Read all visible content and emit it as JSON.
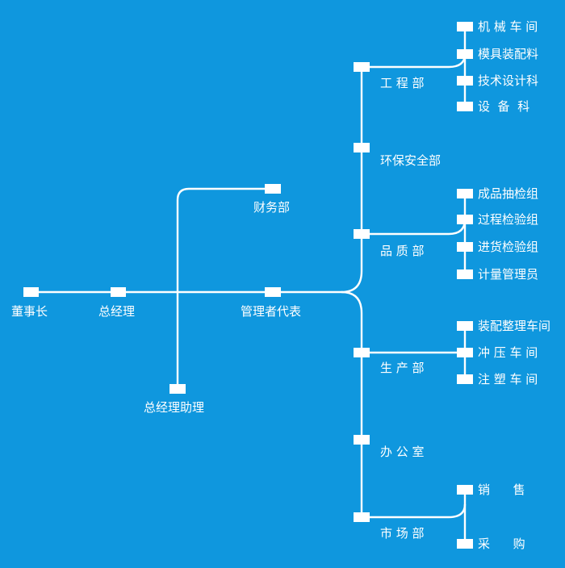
{
  "colors": {
    "background": "#0F97DE",
    "line": "#FFFFFF",
    "text": "#FFFFFF"
  },
  "org": {
    "chairman": "董事长",
    "gm": "总经理",
    "rep": "管理者代表",
    "finance": "财务部",
    "gm_assistant": "总经理助理",
    "departments": [
      {
        "name": "工 程 部",
        "units": [
          "机 械 车 间",
          "模具装配料",
          "技术设计科",
          "设  备  科"
        ]
      },
      {
        "name": "环保安全部",
        "units": []
      },
      {
        "name": "品 质 部",
        "units": [
          "成品抽检组",
          "过程检验组",
          "进货检验组",
          "计量管理员"
        ]
      },
      {
        "name": "生 产 部",
        "units": [
          "装配整理车间",
          "冲 压 车 间",
          "注 塑 车 间"
        ]
      },
      {
        "name": "办 公 室",
        "units": []
      },
      {
        "name": "市 场 部",
        "units": [
          "销      售",
          "采      购"
        ]
      }
    ]
  }
}
